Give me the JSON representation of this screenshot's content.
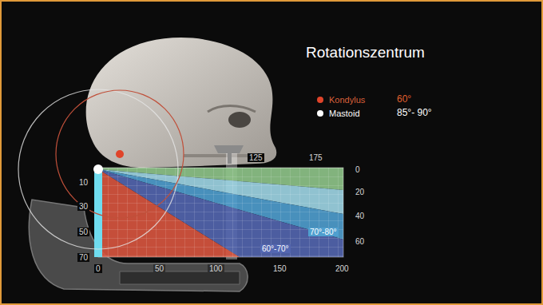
{
  "diagram": {
    "title": "Rotationszentrum",
    "labels": [
      "125",
      "175",
      "0",
      "20",
      "40",
      "60",
      "10",
      "30",
      "50",
      "70",
      "0",
      "50",
      "100",
      "150",
      "200",
      "60°-70°",
      "70°-80°",
      "60°",
      "85°- 90°"
    ],
    "legend": [
      {
        "text": "Kondylus",
        "color": "#e0442a"
      },
      {
        "text": "Mastoid",
        "color": "#ffffff"
      }
    ]
  }
}
